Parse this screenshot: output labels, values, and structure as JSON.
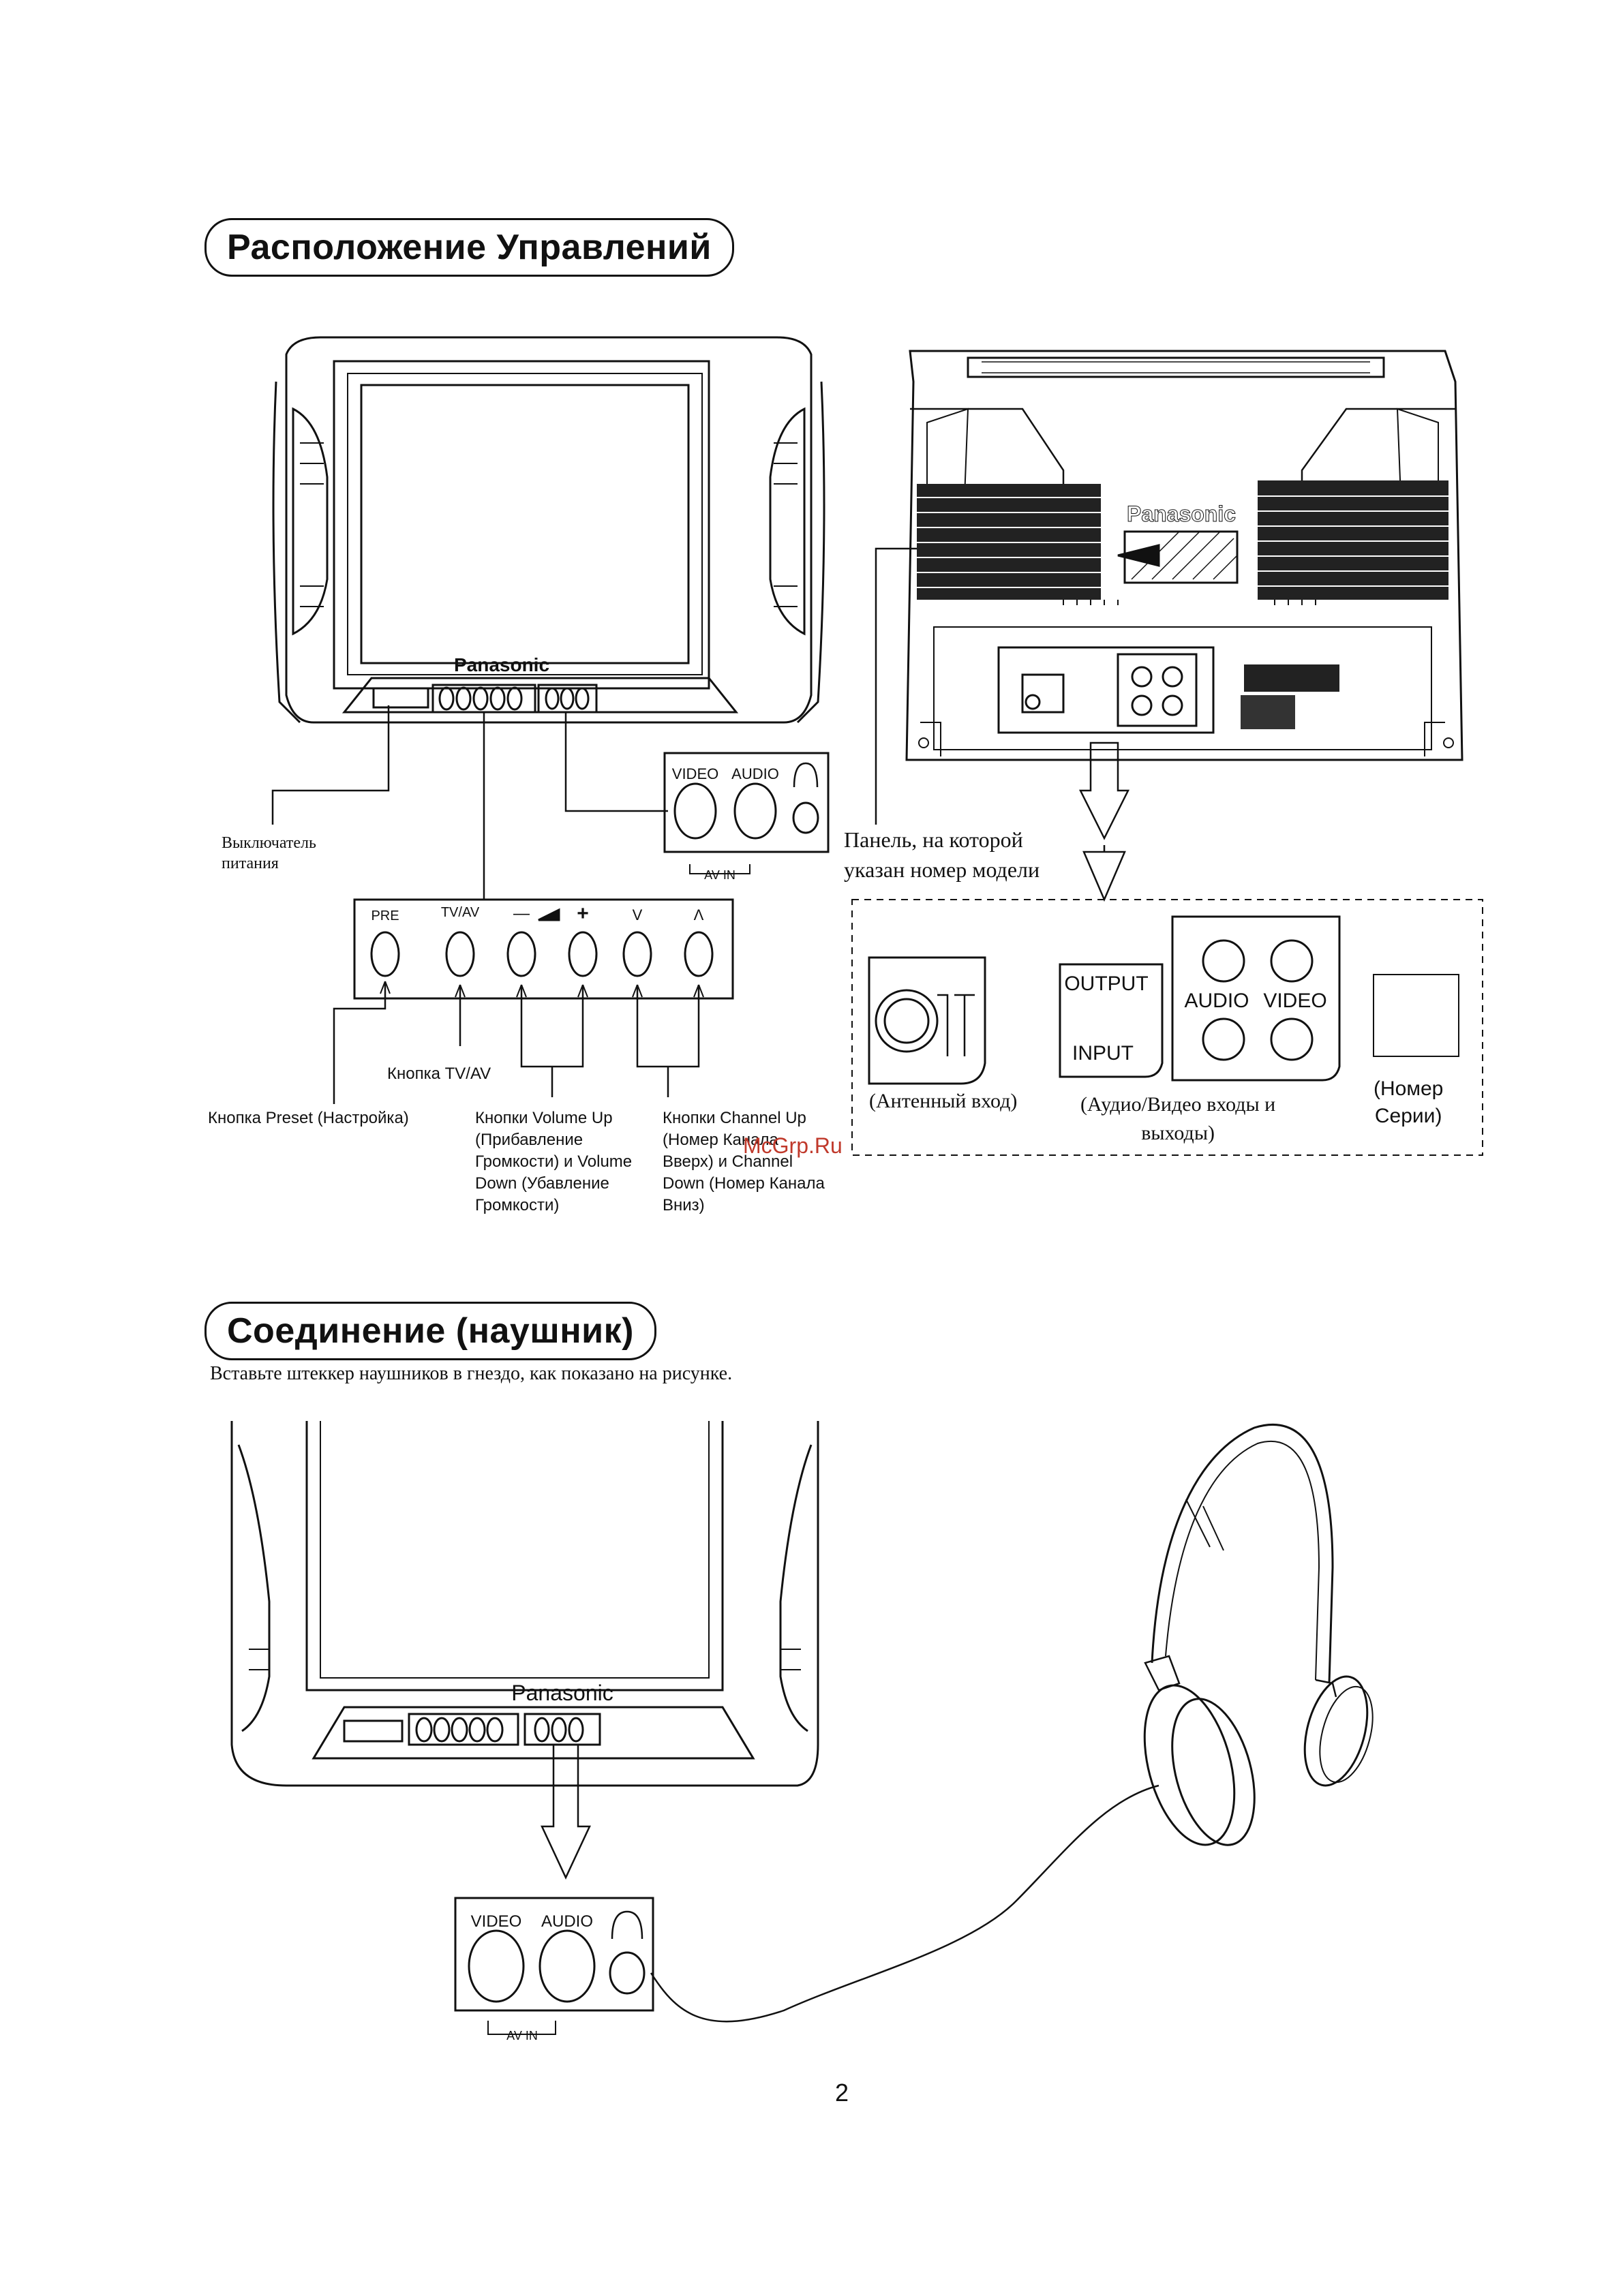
{
  "sections": {
    "controls_title": "Расположение Управлений",
    "headphone_title": "Соединение (наушник)",
    "headphone_instruction": "Вставьте штеккер наушников в гнездо, как показано на рисунке."
  },
  "tv_front": {
    "brand": "Panasonic"
  },
  "tv_back": {
    "brand": "Panasonic"
  },
  "av_panel": {
    "video": "VIDEO",
    "audio": "AUDIO",
    "av_in": "AV IN"
  },
  "button_panel": {
    "pre": "PRE",
    "tvav": "TV/AV",
    "minus": "—",
    "plus": "+",
    "down": "V",
    "up": "Λ"
  },
  "callouts": {
    "power": "Выключатель\nпитания",
    "tvav": "Кнопка TV/AV",
    "preset": "Кнопка Preset (Настройка)",
    "volume": "Кнопки Volume Up\n(Прибавление\nГромкости) и Volume\nDown (Убавление\nГромкости)",
    "channel": "Кнопки Channel Up\n(Номер Канала\nВверх) и Channel\nDown (Номер Канала\nВниз)",
    "model_panel": "Панель, на которой\nуказан номер модели"
  },
  "rear_panel": {
    "output": "OUTPUT",
    "input": "INPUT",
    "audio": "AUDIO",
    "video": "VIDEO",
    "antenna_caption": "(Антенный вход)",
    "av_caption": "(Аудио/Видео входы и\nвыходы)",
    "serial_caption": "(Номер\nСерии)"
  },
  "watermark": "McGrp.Ru",
  "page_number": "2"
}
